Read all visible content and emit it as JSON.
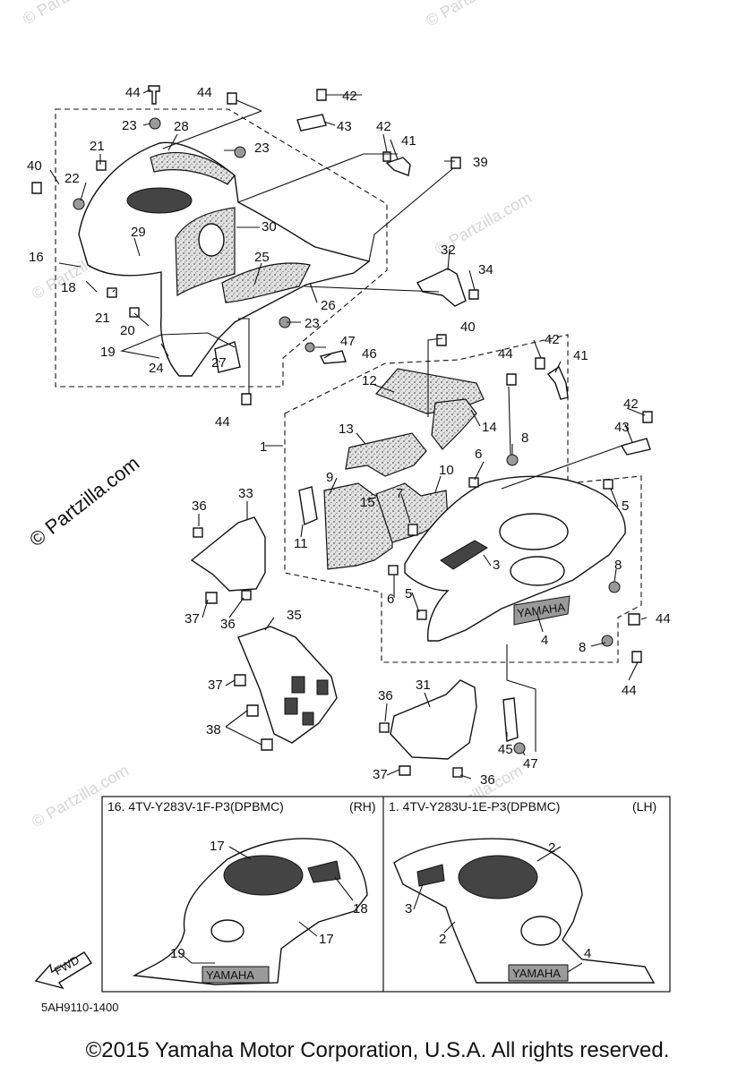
{
  "watermark": {
    "text": "© Partzilla.com",
    "faint_text": "© Partzilla.com"
  },
  "callouts": {
    "c1": "1",
    "c2": "2",
    "c3": "3",
    "c4": "4",
    "c5": "5",
    "c5b": "5",
    "c6": "6",
    "c6b": "6",
    "c7": "7",
    "c8": "8",
    "c8b": "8",
    "c8c": "8",
    "c9": "9",
    "c10": "10",
    "c11": "11",
    "c12": "12",
    "c13": "13",
    "c14": "14",
    "c15": "15",
    "c16": "16",
    "c18": "18",
    "c19": "19",
    "c20": "20",
    "c21": "21",
    "c21b": "21",
    "c22": "22",
    "c23": "23",
    "c23b": "23",
    "c23c": "23",
    "c24": "24",
    "c25": "25",
    "c26": "26",
    "c27": "27",
    "c28": "28",
    "c29": "29",
    "c30": "30",
    "c31": "31",
    "c32": "32",
    "c33": "33",
    "c34": "34",
    "c35": "35",
    "c36": "36",
    "c36b": "36",
    "c36c": "36",
    "c36d": "36",
    "c37": "37",
    "c37b": "37",
    "c37c": "37",
    "c38": "38",
    "c39": "39",
    "c40": "40",
    "c40b": "40",
    "c41": "41",
    "c41b": "41",
    "c42": "42",
    "c42b": "42",
    "c42c": "42",
    "c42d": "42",
    "c43": "43",
    "c43b": "43",
    "c44": "44",
    "c44b": "44",
    "c44c": "44",
    "c44d": "44",
    "c44e": "44",
    "c44f": "44",
    "c45": "45",
    "c46": "46",
    "c47": "47",
    "c47b": "47"
  },
  "inset": {
    "left_title": "16. 4TV-Y283V-1F-P3(DPBMC)",
    "left_side": "(RH)",
    "right_title": "1. 4TV-Y283U-1E-P3(DPBMC)",
    "right_side": "(LH)",
    "left_callouts": {
      "a": "17",
      "b": "18",
      "c": "17",
      "d": "19"
    },
    "right_callouts": {
      "a": "2",
      "b": "3",
      "c": "2",
      "d": "4"
    },
    "brand_left": "YAMAHA",
    "brand_right": "YAMAHA",
    "fwd_label": "FWD"
  },
  "brand_main": "YAMAHA",
  "diagram_code": "5AH9110-1400",
  "copyright": "©2015 Yamaha Motor Corporation, U.S.A. All rights reserved."
}
